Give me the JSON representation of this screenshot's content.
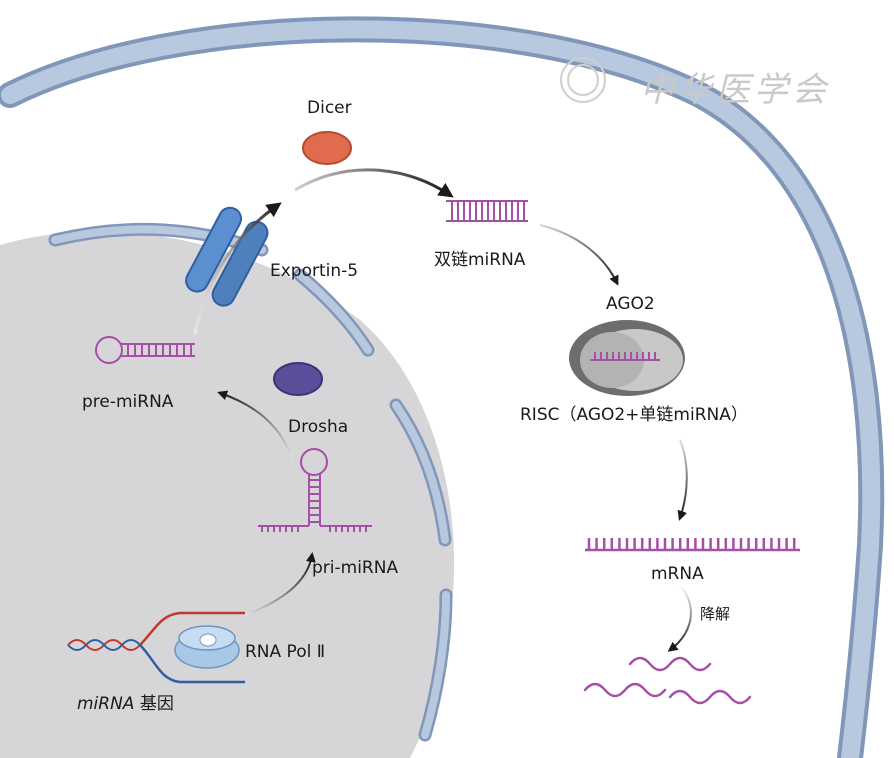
{
  "labels": {
    "dicer": "Dicer",
    "exportin": "Exportin-5",
    "ds_mirna": "双链miRNA",
    "ago2": "AGO2",
    "risc": "RISC（AGO2+单链miRNA）",
    "pre_mirna": "pre-miRNA",
    "drosha": "Drosha",
    "pri_mirna": "pri-miRNA",
    "rna_pol": "RNA Pol Ⅱ",
    "gene_italic": "miRNA",
    "gene_suffix": " 基因",
    "mrna": "mRNA",
    "degrade": "降解"
  },
  "watermark": "中华医学会",
  "colors": {
    "cell_membrane": "#aebfd8",
    "cell_membrane_edge": "#8197b9",
    "nucleus_fill": "#d6d6d9",
    "rna_purple": "#a64fa6",
    "dicer": "#e06b4e",
    "drosha": "#5a4d9a",
    "exportin": "#5b8fd0",
    "dna_red": "#c0392b",
    "dna_blue": "#2e5fa0",
    "risc_outer": "#6d6d6d",
    "risc_inner": "#bdbdbd"
  }
}
